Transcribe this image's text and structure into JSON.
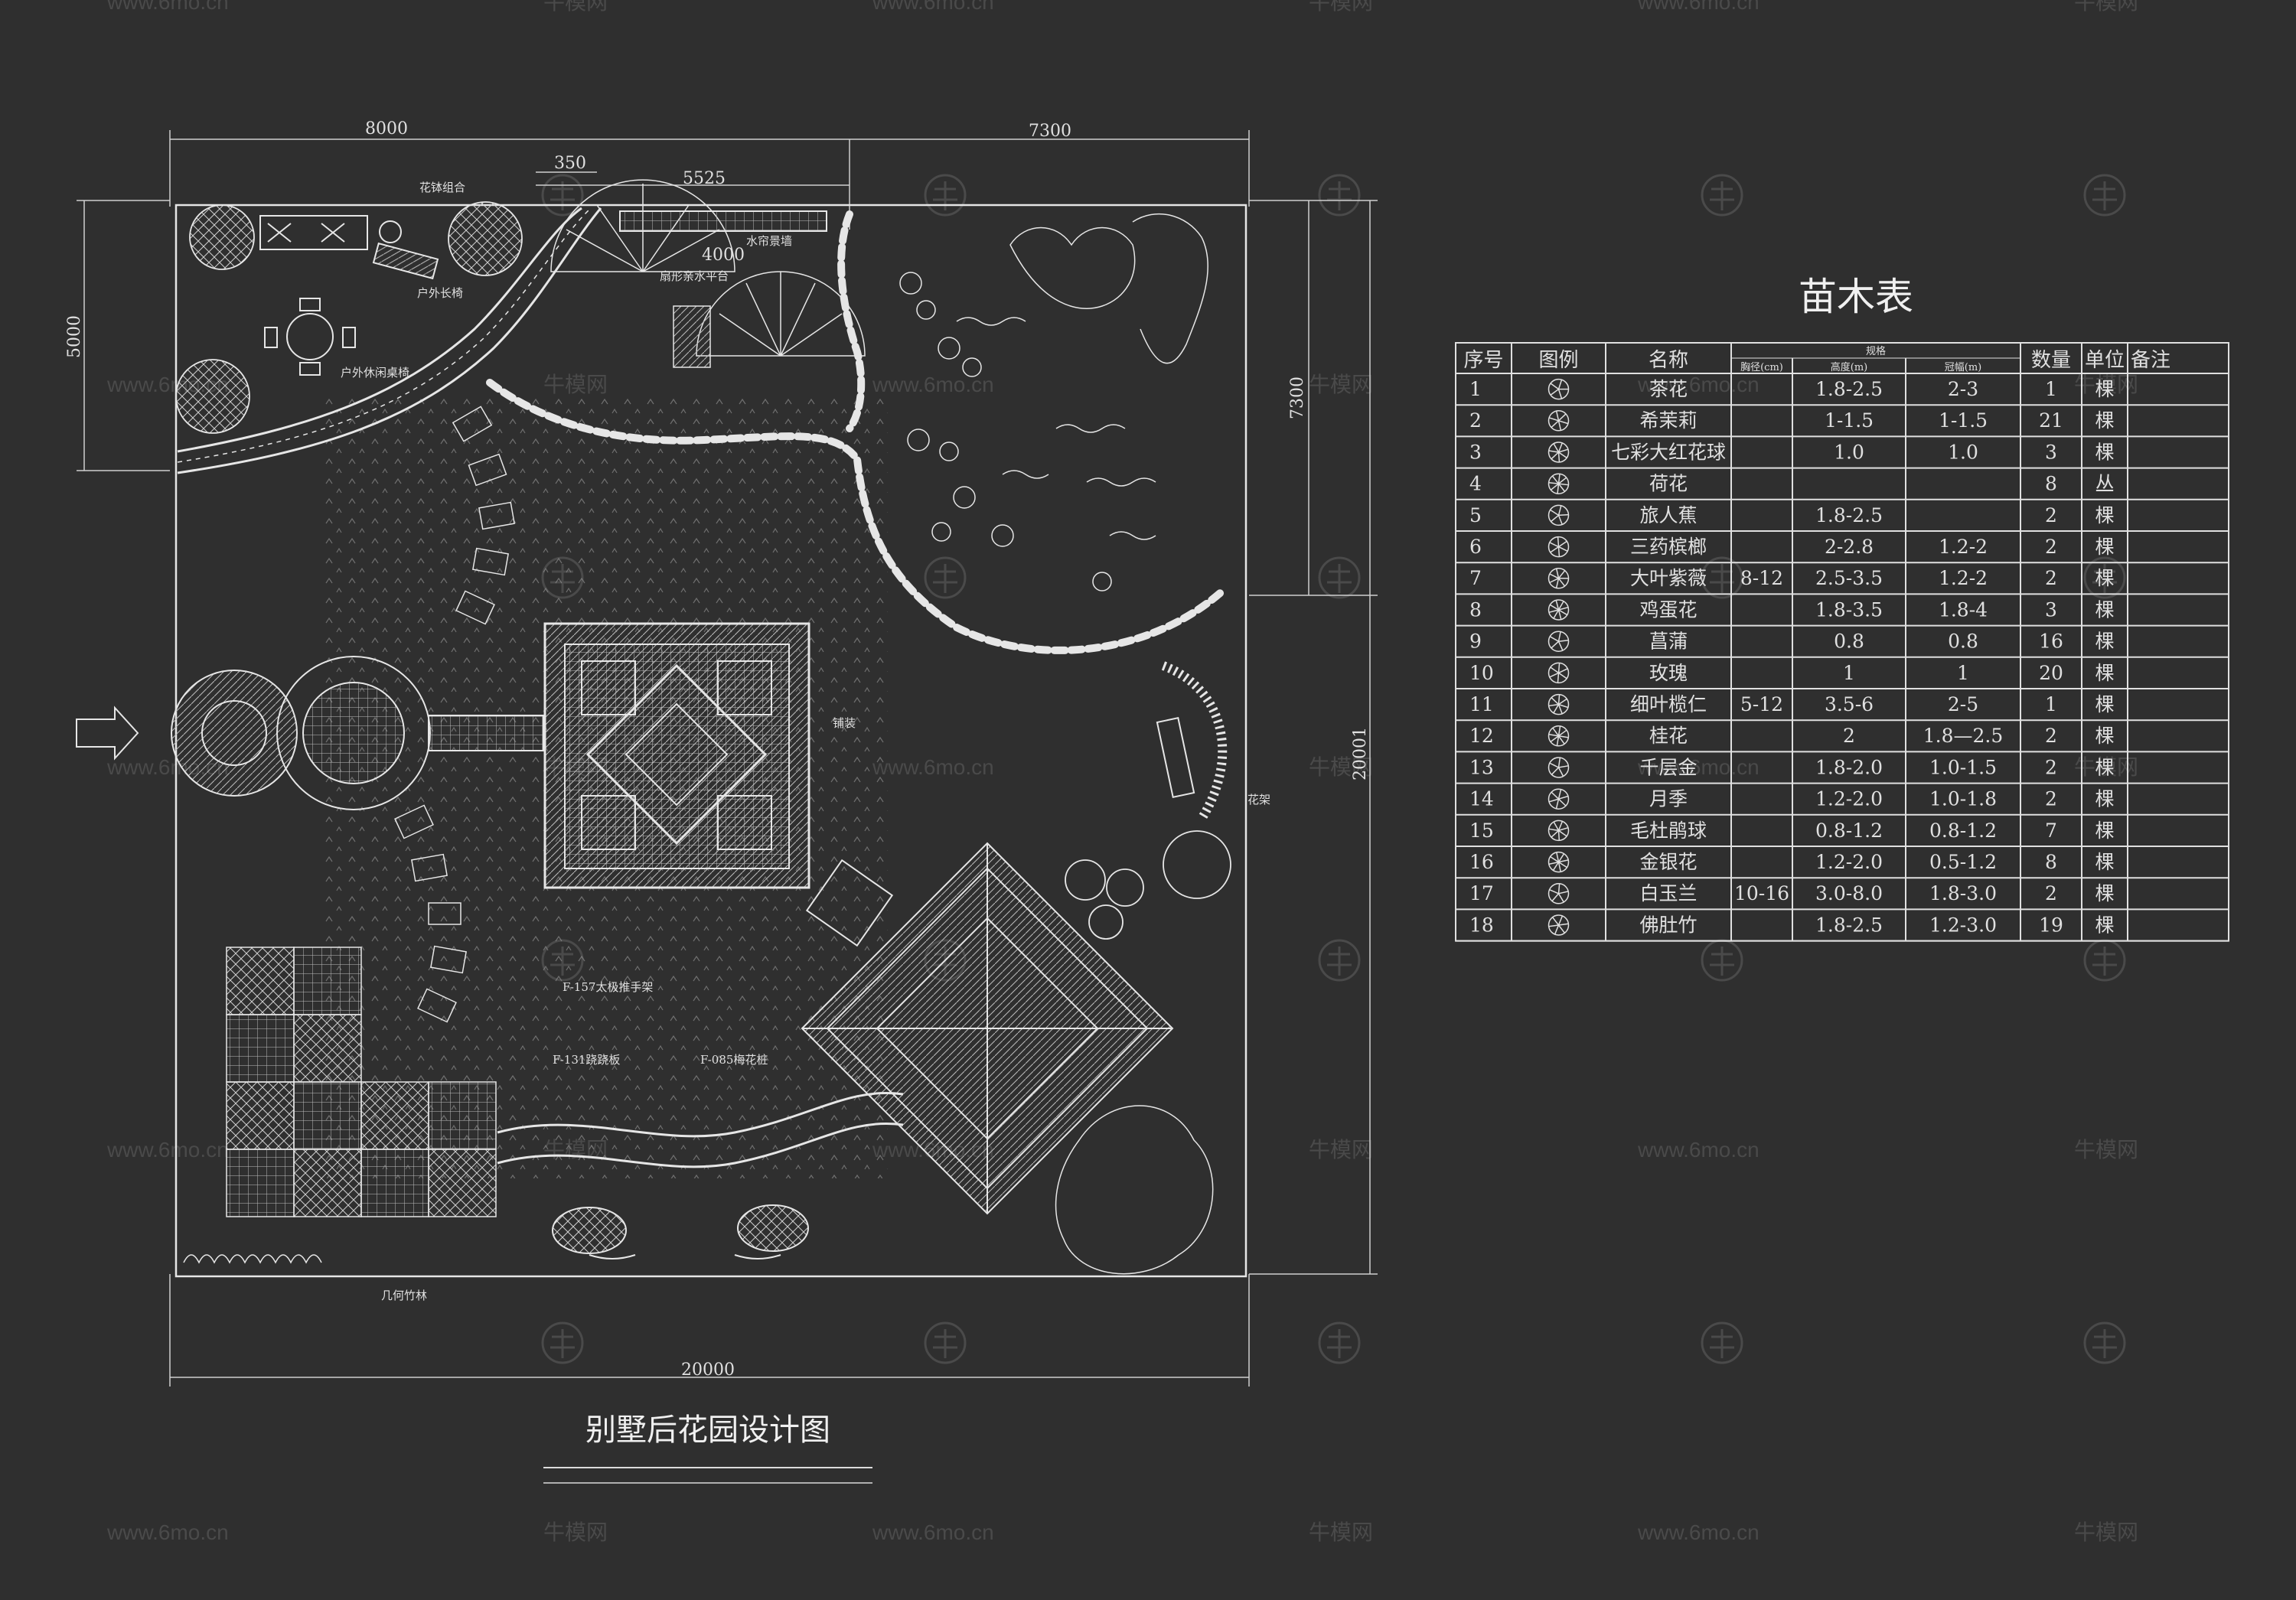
{
  "plan": {
    "title": "别墅后花园设计图",
    "dimensions": {
      "top_left": "8000",
      "top_mid": "5525",
      "top_small": "350",
      "top_right": "7300",
      "top_inner": "4000",
      "left": "5000",
      "right_upper": "7300",
      "right_total": "20001",
      "bottom": "20000"
    },
    "labels": {
      "flower_pots": "花钵组合",
      "outdoor_bench": "户外长椅",
      "outdoor_leisure": "户外休闲桌椅",
      "fan_platform": "扇形亲水平台",
      "water_curtain": "水帘景墙",
      "paving": "铺装",
      "flower_rack": "花架",
      "taiji": "F-157太极推手架",
      "balance": "F-131跷跷板",
      "plum_pile": "F-085梅花桩",
      "bamboo": "几何竹林"
    }
  },
  "table": {
    "title": "苗木表",
    "headers": {
      "no": "序号",
      "legend": "图例",
      "name": "名称",
      "spec": "规格",
      "dbh": "胸径(cm)",
      "height": "高度(m)",
      "crown": "冠幅(m)",
      "qty": "数量",
      "unit": "单位",
      "note": "备注"
    },
    "rows": [
      {
        "no": "1",
        "name": "茶花",
        "dbh": "",
        "height": "1.8-2.5",
        "crown": "2-3",
        "qty": "1",
        "unit": "棵"
      },
      {
        "no": "2",
        "name": "希茉莉",
        "dbh": "",
        "height": "1-1.5",
        "crown": "1-1.5",
        "qty": "21",
        "unit": "棵"
      },
      {
        "no": "3",
        "name": "七彩大红花球",
        "dbh": "",
        "height": "1.0",
        "crown": "1.0",
        "qty": "3",
        "unit": "棵"
      },
      {
        "no": "4",
        "name": "荷花",
        "dbh": "",
        "height": "",
        "crown": "",
        "qty": "8",
        "unit": "丛"
      },
      {
        "no": "5",
        "name": "旅人蕉",
        "dbh": "",
        "height": "1.8-2.5",
        "crown": "",
        "qty": "2",
        "unit": "棵"
      },
      {
        "no": "6",
        "name": "三药槟榔",
        "dbh": "",
        "height": "2-2.8",
        "crown": "1.2-2",
        "qty": "2",
        "unit": "棵"
      },
      {
        "no": "7",
        "name": "大叶紫薇",
        "dbh": "8-12",
        "height": "2.5-3.5",
        "crown": "1.2-2",
        "qty": "2",
        "unit": "棵"
      },
      {
        "no": "8",
        "name": "鸡蛋花",
        "dbh": "",
        "height": "1.8-3.5",
        "crown": "1.8-4",
        "qty": "3",
        "unit": "棵"
      },
      {
        "no": "9",
        "name": "菖蒲",
        "dbh": "",
        "height": "0.8",
        "crown": "0.8",
        "qty": "16",
        "unit": "棵"
      },
      {
        "no": "10",
        "name": "玫瑰",
        "dbh": "",
        "height": "1",
        "crown": "1",
        "qty": "20",
        "unit": "棵"
      },
      {
        "no": "11",
        "name": "细叶榄仁",
        "dbh": "5-12",
        "height": "3.5-6",
        "crown": "2-5",
        "qty": "1",
        "unit": "棵"
      },
      {
        "no": "12",
        "name": "桂花",
        "dbh": "",
        "height": "2",
        "crown": "1.8—2.5",
        "qty": "2",
        "unit": "棵"
      },
      {
        "no": "13",
        "name": "千层金",
        "dbh": "",
        "height": "1.8-2.0",
        "crown": "1.0-1.5",
        "qty": "2",
        "unit": "棵"
      },
      {
        "no": "14",
        "name": "月季",
        "dbh": "",
        "height": "1.2-2.0",
        "crown": "1.0-1.8",
        "qty": "2",
        "unit": "棵"
      },
      {
        "no": "15",
        "name": "毛杜鹃球",
        "dbh": "",
        "height": "0.8-1.2",
        "crown": "0.8-1.2",
        "qty": "7",
        "unit": "棵"
      },
      {
        "no": "16",
        "name": "金银花",
        "dbh": "",
        "height": "1.2-2.0",
        "crown": "0.5-1.2",
        "qty": "8",
        "unit": "棵"
      },
      {
        "no": "17",
        "name": "白玉兰",
        "dbh": "10-16",
        "height": "3.0-8.0",
        "crown": "1.8-3.0",
        "qty": "2",
        "unit": "棵"
      },
      {
        "no": "18",
        "name": "佛肚竹",
        "dbh": "",
        "height": "1.8-2.5",
        "crown": "1.2-3.0",
        "qty": "19",
        "unit": "棵"
      }
    ]
  },
  "watermarks": {
    "site": "www.6mo.cn",
    "brand": "牛模网"
  }
}
